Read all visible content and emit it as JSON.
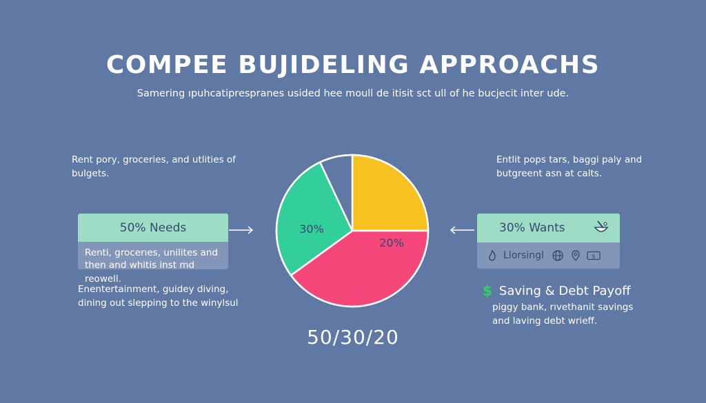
{
  "header": {
    "title": "Compee Bujideling Approachs",
    "subtitle": "Samering ıpuhcatiprespranes usided hee moull de itisit sct ull of he bucjecit inter ude."
  },
  "left": {
    "top_note": [
      "Rent pory, groceries, and utlities of",
      "bulgets."
    ],
    "needs_label": "50% Needs",
    "needs_body": [
      "Renti, grocerıes, unilites and",
      "then and whitis inst md reowell."
    ],
    "bottom_note": [
      "Enentertainment, guidey diving,",
      "dining out slepping to the winylsul"
    ]
  },
  "right": {
    "top_note": [
      "Entlit pops tars, baggi paly and",
      "butgreent asn at calts."
    ],
    "wants_label": "30% Wants",
    "wants_icons_text": "Llorsingl",
    "icons": [
      "fire-icon",
      "globe-icon",
      "pin-icon",
      "money-icon"
    ],
    "savings_symbol": "$",
    "savings_title": "Saving & Debt Payoff",
    "savings_body": [
      "piggy bank, rıvethanit savings",
      "and laving debt wrieff."
    ]
  },
  "pie": {
    "labels": [
      "30%",
      "20%"
    ],
    "colors": {
      "yellow": "#f7c21f",
      "pink": "#f5477a",
      "teal": "#33cf9b",
      "slate": "#5f79a4"
    }
  },
  "chart_data": {
    "type": "pie",
    "slices": [
      {
        "color": "#f7c21f",
        "value": 25
      },
      {
        "color": "#f5477a",
        "value": 40,
        "label": "20%"
      },
      {
        "color": "#33cf9b",
        "value": 28,
        "label": "30%"
      },
      {
        "color": "#5f79a4",
        "value": 7
      }
    ]
  },
  "footer": {
    "ratio": "50/30/20"
  },
  "colors": {
    "background": "#5f79a4",
    "box_head": "#9fdcc6",
    "box_body": "#8196b8",
    "text_dark": "#34496e",
    "dollar": "#2fd35a"
  }
}
